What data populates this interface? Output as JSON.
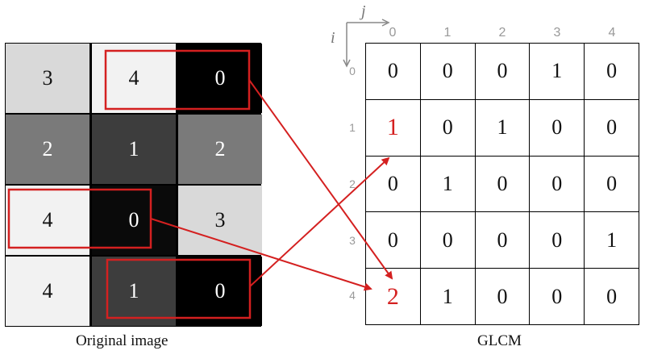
{
  "original_image": {
    "caption": "Original image",
    "rows": [
      [
        {
          "value": "3",
          "bg": "#d9d9d9",
          "fg": "#111111"
        },
        {
          "value": "4",
          "bg": "#f2f2f2",
          "fg": "#111111"
        },
        {
          "value": "0",
          "bg": "#000000",
          "fg": "#ffffff"
        }
      ],
      [
        {
          "value": "2",
          "bg": "#7a7a7a",
          "fg": "#ffffff"
        },
        {
          "value": "1",
          "bg": "#3d3d3d",
          "fg": "#ffffff"
        },
        {
          "value": "2",
          "bg": "#7a7a7a",
          "fg": "#ffffff"
        }
      ],
      [
        {
          "value": "4",
          "bg": "#f2f2f2",
          "fg": "#111111"
        },
        {
          "value": "0",
          "bg": "#0a0a0a",
          "fg": "#ffffff"
        },
        {
          "value": "3",
          "bg": "#d9d9d9",
          "fg": "#111111"
        }
      ],
      [
        {
          "value": "4",
          "bg": "#f2f2f2",
          "fg": "#111111"
        },
        {
          "value": "1",
          "bg": "#3d3d3d",
          "fg": "#ffffff"
        },
        {
          "value": "0",
          "bg": "#000000",
          "fg": "#ffffff"
        }
      ]
    ]
  },
  "glcm": {
    "caption": "GLCM",
    "col_axis": "j",
    "row_axis": "i",
    "col_labels": [
      "0",
      "1",
      "2",
      "3",
      "4"
    ],
    "row_labels": [
      "0",
      "1",
      "2",
      "3",
      "4"
    ],
    "matrix": [
      [
        "0",
        "0",
        "0",
        "1",
        "0"
      ],
      [
        "1",
        "0",
        "1",
        "0",
        "0"
      ],
      [
        "0",
        "1",
        "0",
        "0",
        "0"
      ],
      [
        "0",
        "0",
        "0",
        "0",
        "1"
      ],
      [
        "2",
        "1",
        "0",
        "0",
        "0"
      ]
    ],
    "highlighted": [
      [
        1,
        0
      ],
      [
        4,
        0
      ]
    ]
  },
  "colors": {
    "highlight": "#d42020",
    "axis_gray": "#999999"
  }
}
